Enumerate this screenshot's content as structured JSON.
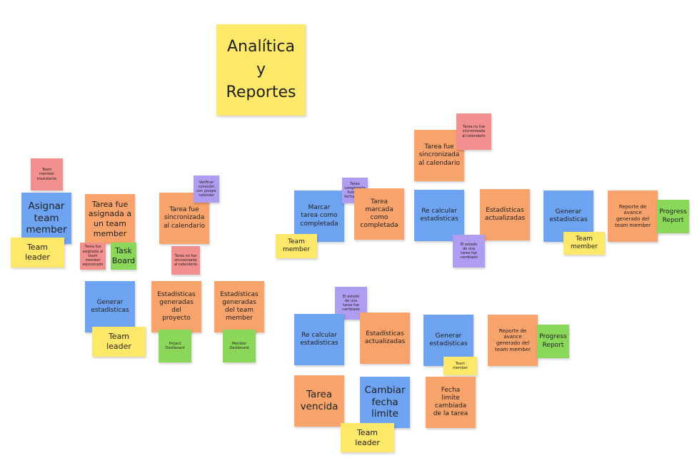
{
  "title": "Analítica\ny\nReportes",
  "notes": {
    "team_member_inexistente": "Team\nmember\ninexistente",
    "asignar_team_member": "Asignar\nteam\nmember",
    "team_leader_1": "Team\nleader",
    "tarea_fue_asignada": "Tarea fue\nasignada a\nun team\nmember",
    "tarea_asignada_error": "Tarea fue\nasignada al\nteam member\nequivocado",
    "task_board": "Task\nBoard",
    "tarea_fue_sincronizada_1": "Tarea fue\nsincronizada\nal calendario",
    "verificar_conexion": "Verificar\nconexión\ncon google\ncalendar",
    "tarea_no_sincronizada_1": "Tarea no fue\nsincronizada\nal calendario",
    "generar_estadisticas_1": "Generar\nestadisticas",
    "estadisticas_proyecto": "Estadísticas\ngeneradas\ndel\nproyecto",
    "estadisticas_team_member": "Estadísticas\ngeneradas\ndel team\nmember",
    "team_leader_2": "Team\nleader",
    "project_dashboard": "Project\nDashboard",
    "member_dashboard": "Member\nDashboard",
    "marcar_tarea_completada": "Marcar\ntarea como\ncompletada",
    "tarea_completada_fuera": "Tarea\ncompletada\nfuera de\nfecha límite",
    "tarea_marcada_completada": "Tarea\nmarcada\ncomo\ncompletada",
    "team_member_1": "Team\nmember",
    "tarea_fue_sincronizada_2": "Tarea fue\nsincronizada\nal calendario",
    "tarea_no_sincronizada_2": "Tarea no fue\nsincronizada\nal calendario",
    "re_calcular_1": "Re calcular\nestadisticas",
    "estadisticas_actualizadas_1": "Estadísticas\nactualizadas",
    "estado_tarea_cambiado_1": "El estado\nde una\ntarea fue\ncambiado",
    "generar_estadisticas_2": "Generar\nestadisticas",
    "team_member_2": "Team\nmember",
    "reporte_avance_1": "Reporte  de\navance\ngenerado del\nteam member",
    "progress_report_1": "Progress\nReport",
    "estado_tarea_cambiado_2": "El estado\nde una\ntarea fue\ncambiado",
    "re_calcular_2": "Re calcular\nestadisticas",
    "estadisticas_actualizadas_2": "Estadísticas\nactualizadas",
    "generar_estadisticas_3": "Generar\nestadisticas",
    "team_member_3": "Team\nmember",
    "reporte_avance_2": "Reporte  de\navance\ngenerado del\nteam member",
    "progress_report_2": "Progress\nReport",
    "tarea_vencida": "Tarea\nvencida",
    "cambiar_fecha_limite": "Cambiar\nfecha\nlimite",
    "fecha_limite_cambiada": "Fecha\nlimite\ncambiada\nde la tarea",
    "team_leader_3": "Team\nleader"
  },
  "colors": {
    "yellow": "#fde86a",
    "orange": "#f8a36b",
    "blue": "#6ea3f2",
    "red": "#f28f8f",
    "purple": "#ae9df0",
    "green": "#8bd75a"
  }
}
